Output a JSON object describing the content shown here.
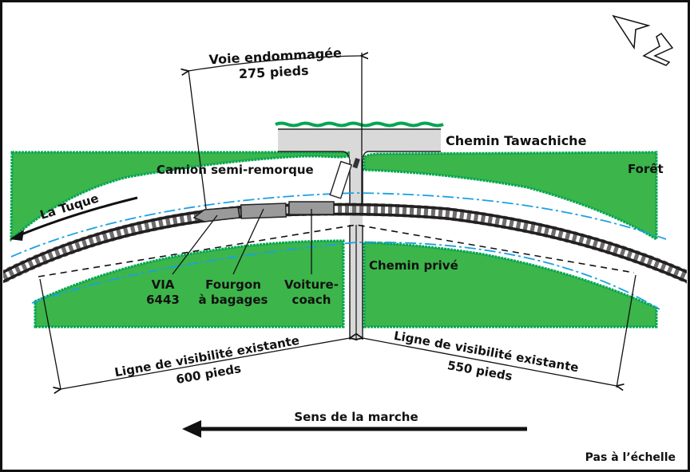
{
  "colors": {
    "forest": "#3cb54a",
    "forest_edge": "#00a651",
    "road": "#d9d9d9",
    "sightline": "#1ba1e2",
    "rail": "#231f20",
    "tie": "#6d6d6d",
    "car": "#9a9a9a",
    "border": "#111111"
  },
  "labels": {
    "damaged_track_title": "Voie endommagée",
    "damaged_track_length": "275 pieds",
    "road_tawachiche": "Chemin Tawachiche",
    "truck": "Camion semi-remorque",
    "forest": "Forêt",
    "la_tuque": "La Tuque",
    "private_road": "Chemin privé",
    "via_line1": "VIA",
    "via_line2": "6443",
    "baggage_line1": "Fourgon",
    "baggage_line2": "à bagages",
    "coach_line1": "Voiture-",
    "coach_line2": "coach",
    "sightline_left_title": "Ligne de visibilité existante",
    "sightline_left_length": "600 pieds",
    "sightline_right_title": "Ligne de visibilité existante",
    "sightline_right_length": "550 pieds",
    "direction": "Sens de la marche",
    "not_to_scale": "Pas à l’échelle",
    "north": "N"
  }
}
